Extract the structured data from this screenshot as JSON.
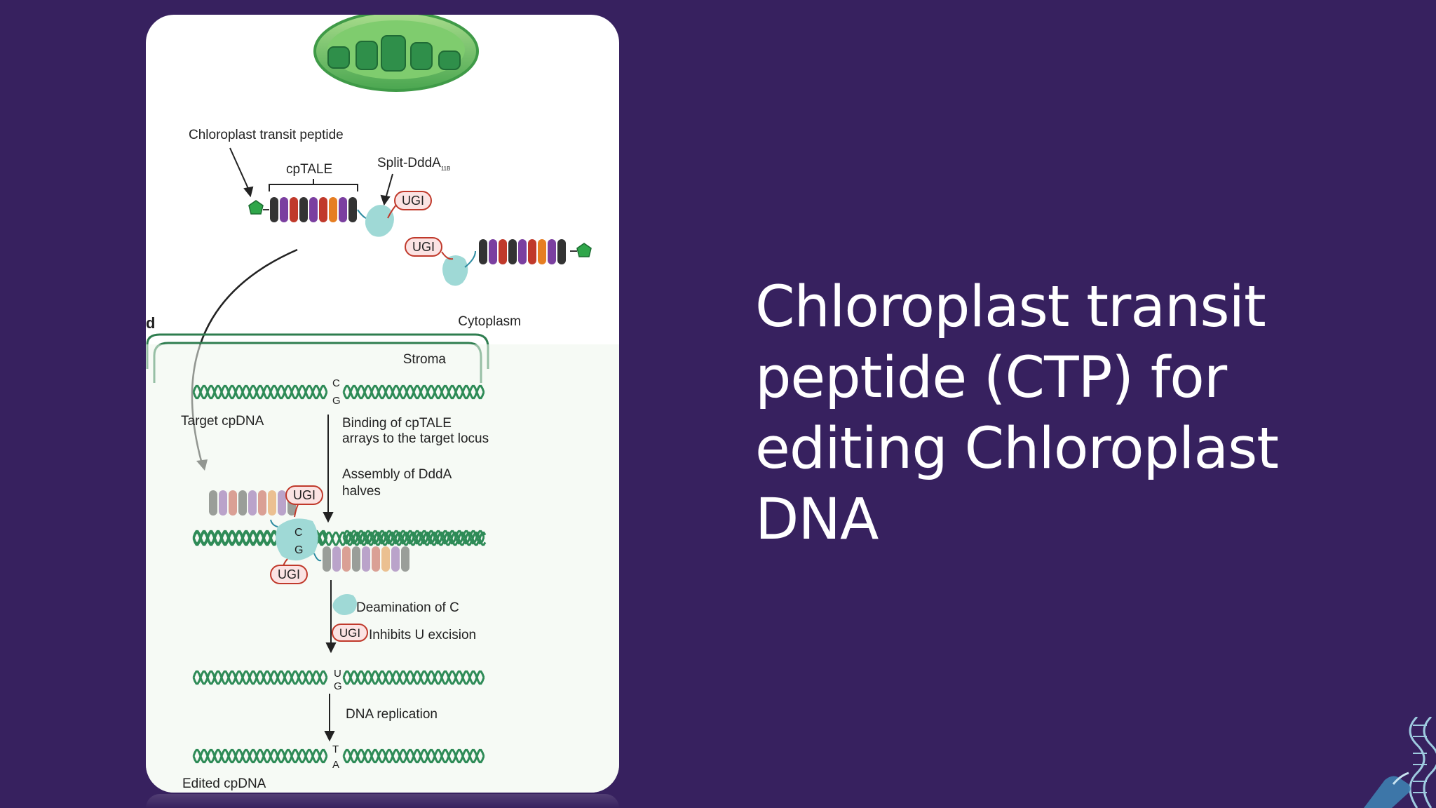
{
  "slide": {
    "title_lines": [
      "Chloroplast transit",
      "peptide (CTP) for",
      "editing Chloroplast",
      "DNA"
    ]
  },
  "diagram": {
    "panel_letter": "d",
    "labels": {
      "ctp": "Chloroplast transit peptide",
      "cptale": "cpTALE",
      "split_ddda": "Split-DddA",
      "split_ddda_sub": "11B",
      "ugi": "UGI",
      "cytoplasm": "Cytoplasm",
      "stroma": "Stroma",
      "target": "Target cpDNA",
      "edited": "Edited cpDNA",
      "step1a": "Binding of cpTALE",
      "step1b": "arrays to the target locus",
      "step2a": "Assembly of DddA",
      "step2b": "halves",
      "step3": "Deamination of C",
      "step4": "Inhibits U excision",
      "step5": "DNA replication",
      "base_c": "C",
      "base_g": "G",
      "base_u": "U",
      "base_t": "T",
      "base_a": "A"
    },
    "colors": {
      "background": "#37215f",
      "chloroplast": "#5fb85a",
      "thylakoid": "#2f8f4a",
      "dna": "#2e8b57",
      "ddda": "#9fd9d6",
      "ugi_fill": "#fbe3e3",
      "ugi_stroke": "#c0392b",
      "ctp_pentagon": "#2fa64a",
      "repeats": [
        "#333333",
        "#7b3fa0",
        "#c0392b",
        "#333333",
        "#7b3fa0",
        "#c0392b",
        "#e67e22",
        "#7b3fa0",
        "#333333"
      ]
    }
  }
}
